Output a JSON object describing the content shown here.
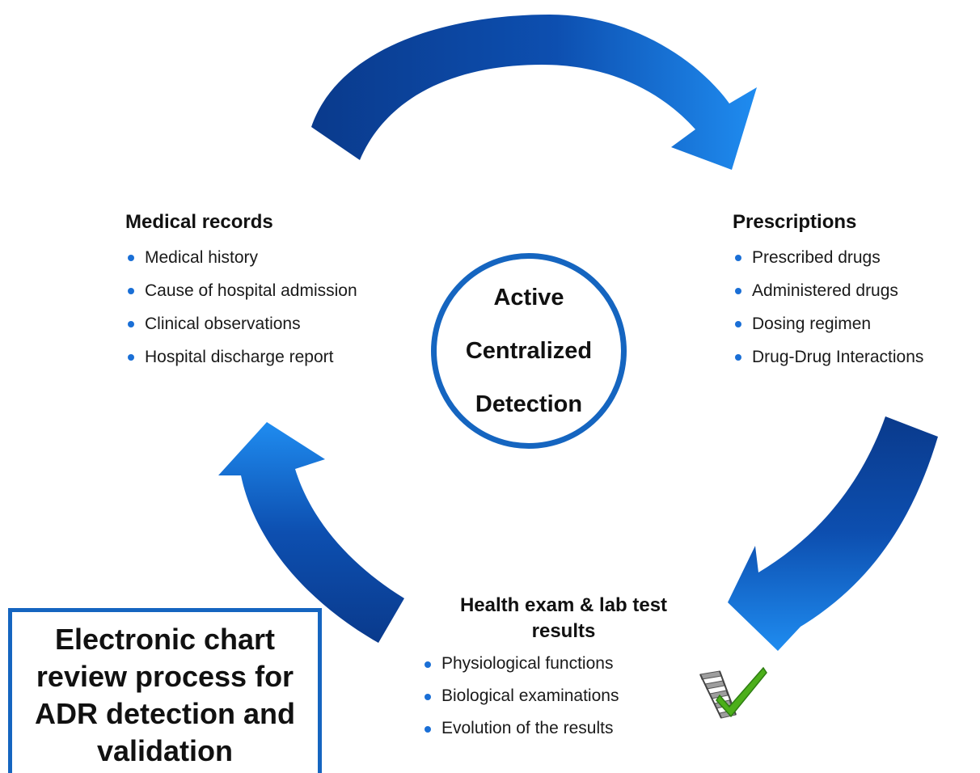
{
  "colors": {
    "arrow_dark": "#0a3a8c",
    "arrow_light": "#1f8cf0",
    "circle_border": "#1565c0",
    "bullet": "#1a6fd6",
    "title_box_border": "#1565c0",
    "check_green": "#4caf1a"
  },
  "center": {
    "line1": "Active",
    "line2": "Centralized",
    "line3": "Detection"
  },
  "medical_records": {
    "title": "Medical records",
    "items": [
      "Medical history",
      "Cause of hospital admission",
      "Clinical  observations",
      "Hospital  discharge  report"
    ]
  },
  "prescriptions": {
    "title": "Prescriptions",
    "items": [
      "Prescribed  drugs",
      "Administered  drugs",
      "Dosing regimen",
      "Drug-Drug Interactions"
    ]
  },
  "health_exam": {
    "title_line1": "Health exam & lab test",
    "title_line2": "results",
    "items": [
      "Physiological functions",
      "Biological examinations",
      "Evolution of the results"
    ]
  },
  "title_box": {
    "line1": "Electronic chart",
    "line2": "review process for",
    "line3": "ADR detection and",
    "line4": "validation"
  },
  "icons": {
    "cycle_arrows": "circular-arrow-icon",
    "checklist": "checklist-check-icon"
  }
}
